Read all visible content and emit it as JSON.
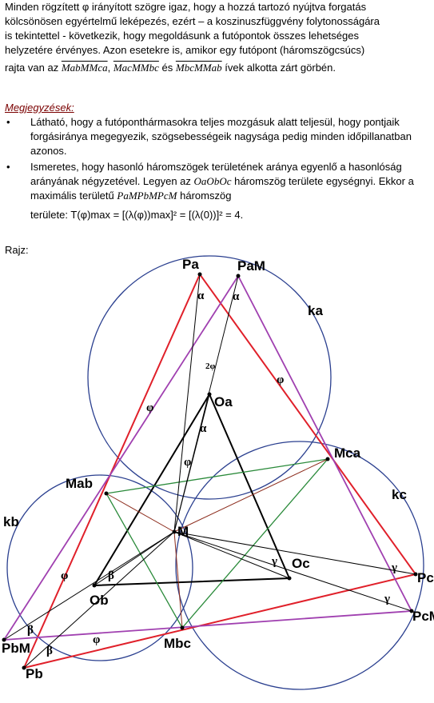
{
  "para1": {
    "l1": "Minden rögzített φ irányított szögre igaz, hogy a hozzá tartozó nyújtva forgatás",
    "l2": "kölcsönösen egyértelmű leképezés, ezért – a koszinuszfüggvény folytonosságára",
    "l3": "is tekintettel - következik, hogy megoldásunk a futópontok összes lehetséges",
    "l4": "helyzetére érvényes. Azon esetekre is, amikor egy futópont (háromszögcsúcs)",
    "l5a": "rajta van az",
    "arc1": "MabMMca",
    "sep1": ",",
    "arc2": "MacMMbc",
    "sep2": "és",
    "arc3": "MbcMMab",
    "l5b": "ívek alkotta zárt görbén."
  },
  "notes_title": "Megjegyzések:",
  "notes": {
    "bullet": "•",
    "n1": "Látható, hogy a futóponthármasokra teljes mozgásuk alatt teljesül, hogy pontjaik forgásiránya megegyezik, szögsebességeik nagysága pedig minden időpillanatban azonos.",
    "n2a": "Ismeretes, hogy hasonló háromszögek területének aránya egyenlő a hasonlóság arányának négyzetével. Legyen az",
    "n2tri1": "OaObOc",
    "n2b": "háromszög területe egységnyi. Ekkor a maximális területű",
    "n2tri2": "PaMPbMPcM",
    "n2c": "háromszög",
    "n2d": "területe:",
    "formula": "T(φ)max = [(λ(φ))max]² = [(λ(0))]² = 4."
  },
  "rajz_label": "Rajz:",
  "figure": {
    "labels": {
      "Pa": "Pa",
      "PaM": "PaM",
      "ka": "ka",
      "Oa": "Oa",
      "Mca": "Mca",
      "Mab": "Mab",
      "kc": "kc",
      "kb": "kb",
      "M": "M",
      "Oc": "Oc",
      "Pc": "Pc",
      "Ob": "Ob",
      "PcM": "PcM",
      "PbM": "PbM",
      "Pb": "Pb",
      "Mbc": "Mbc"
    },
    "angles": {
      "alpha": "α",
      "beta": "β",
      "gamma": "γ",
      "phi": "φ",
      "two_phi": "2φ"
    },
    "colors": {
      "circle": "#2a3f8f",
      "red": "#e0202a",
      "purple": "#a040b0",
      "green": "#2a8a3a",
      "black": "#000000",
      "brown": "#8b2a1a"
    }
  }
}
